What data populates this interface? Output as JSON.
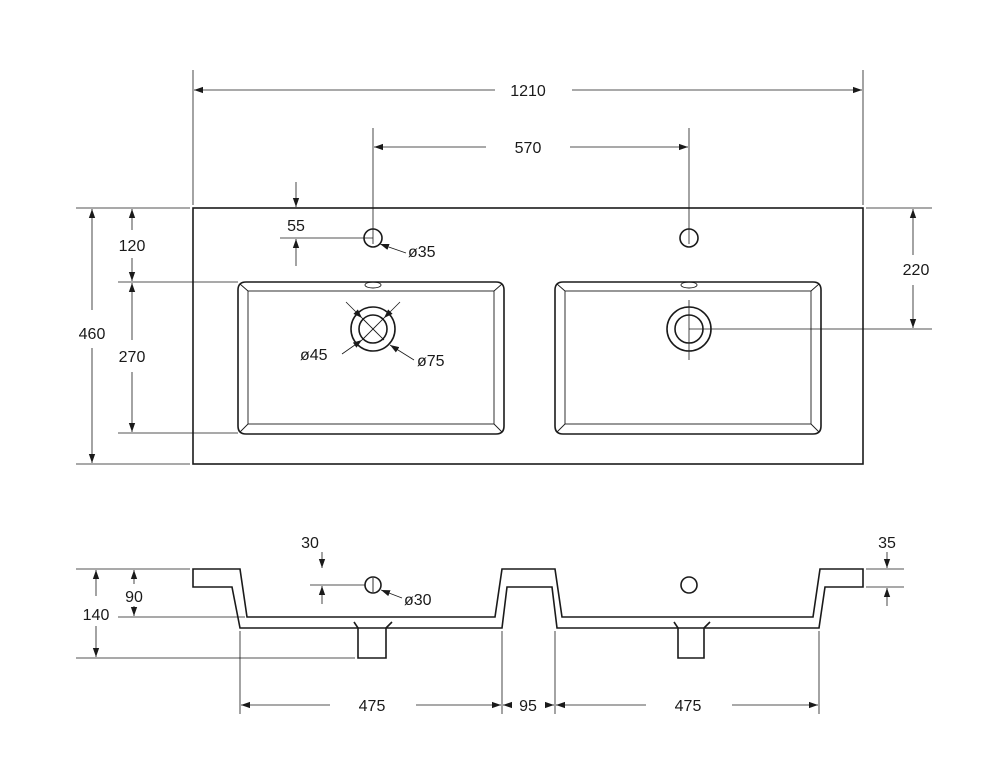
{
  "colors": {
    "ink": "#1a1a1a",
    "paper": "#ffffff"
  },
  "top_view": {
    "overall_width": "1210",
    "tap_hole_spacing": "570",
    "overall_depth": "460",
    "tap_hole_offset": "120",
    "bowl_length": "270",
    "drain_offset": "220",
    "tap_edge_offset": "55",
    "tap_hole_diameter": "ø35",
    "drain_inner_diameter": "ø45",
    "drain_outer_diameter": "ø75"
  },
  "front_view": {
    "flange_offset": "30",
    "overflow_height": "90",
    "total_height": "140",
    "rim_thickness": "35",
    "overflow_diameter": "ø30",
    "bowl_width_left": "475",
    "bowl_gap": "95",
    "bowl_width_right": "475"
  }
}
